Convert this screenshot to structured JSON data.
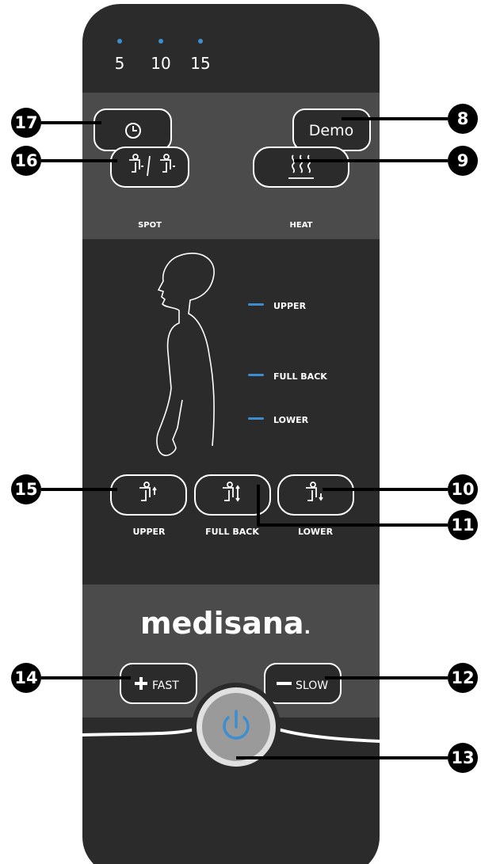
{
  "timer": {
    "levels": [
      "5",
      "10",
      "15"
    ],
    "indicator_color": "#3b8fd0"
  },
  "buttons": {
    "demo_label": "Demo",
    "spot_label": "SPOT",
    "heat_label": "HEAT",
    "upper_label": "UPPER",
    "full_back_label": "FULL BACK",
    "lower_label": "LOWER",
    "fast_label": "FAST",
    "slow_label": "SLOW"
  },
  "zones": {
    "upper": "UPPER",
    "full_back": "FULL BACK",
    "lower": "LOWER",
    "indicator_color": "#3b8fd0"
  },
  "brand": {
    "name": "medisana",
    "dot": "."
  },
  "callouts": {
    "timer": "17",
    "demo": "8",
    "spot": "16",
    "heat": "9",
    "upper": "15",
    "lower": "10",
    "full_back": "11",
    "fast": "14",
    "slow": "12",
    "power": "13"
  },
  "colors": {
    "body_dark": "#2b2b2b",
    "panel_gray": "#4b4b4b",
    "power_blue": "#3b8fd0",
    "power_ring": "#e0e0e0"
  },
  "icons": {
    "timer": "clock-icon",
    "spot": "seated-person-spot-icon",
    "heat": "heat-waves-icon",
    "upper": "seated-person-upper-icon",
    "full_back": "seated-person-full-back-icon",
    "lower": "seated-person-lower-icon",
    "fast": "plus-icon",
    "slow": "minus-icon",
    "power": "power-icon",
    "body": "human-silhouette-icon"
  }
}
